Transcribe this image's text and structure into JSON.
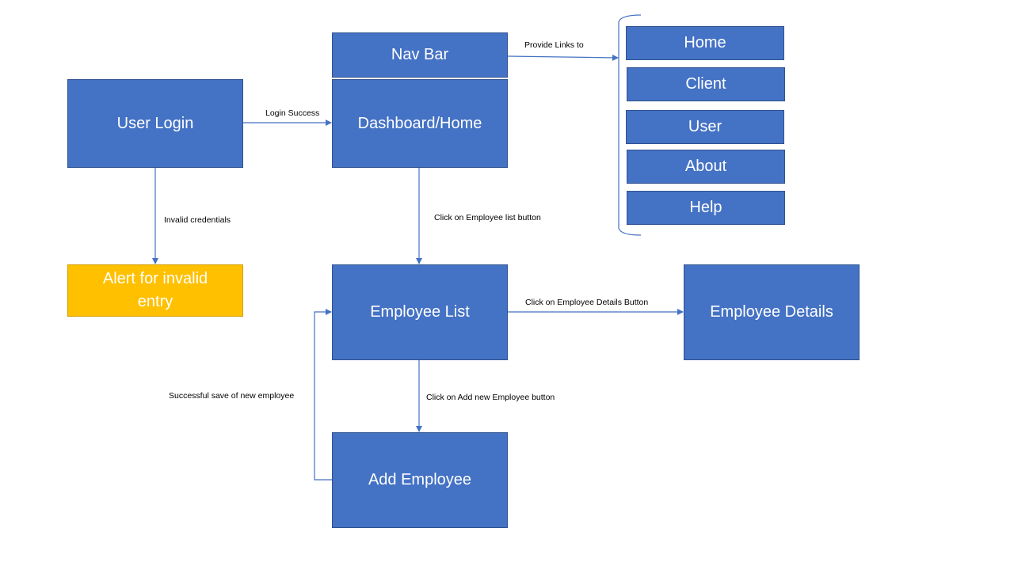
{
  "boxes": {
    "user_login": "User Login",
    "dashboard": "Dashboard/Home",
    "nav_bar": "Nav Bar",
    "alert": "Alert for invalid entry",
    "employee_list": "Employee List",
    "employee_details": "Employee Details",
    "add_employee": "Add Employee"
  },
  "nav_links": [
    "Home",
    "Client",
    "User",
    "About",
    "Help"
  ],
  "edges": {
    "login_success": "Login Success",
    "invalid_credentials": "Invalid credentials",
    "provide_links": "Provide Links to",
    "click_employee_list": "Click on Employee list button",
    "click_employee_details": "Click on Employee Details Button",
    "click_add_employee": "Click on Add new Employee button",
    "successful_save": "Successful save of new employee"
  },
  "colors": {
    "box_fill": "#4472c4",
    "alert_fill": "#ffc000",
    "connector": "#4472c4"
  }
}
